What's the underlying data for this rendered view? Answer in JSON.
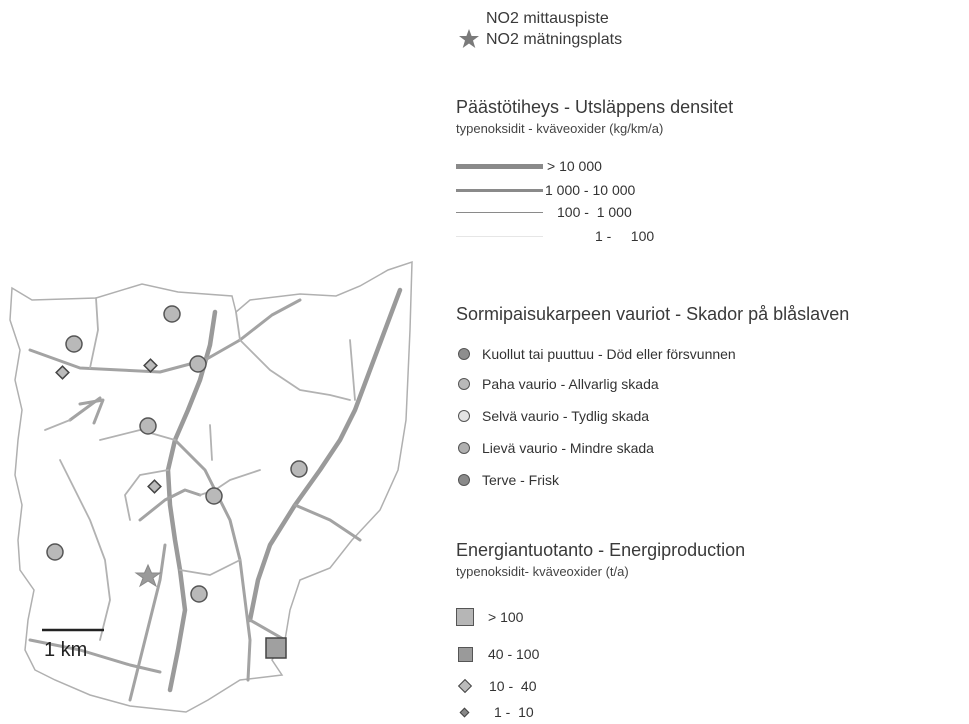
{
  "colors": {
    "map_outline": "#b0b0b0",
    "roads": "#9a9a9a",
    "site_fill": "#b9b9b9",
    "dead_fill": "#8e8e8e",
    "bad_fill": "#b9b9b9",
    "clear_fill": "#e4e4e4",
    "mild_fill": "#b0b0b0",
    "healthy_fill": "#8a8a8a"
  },
  "no2_legend": {
    "icon": "star-icon",
    "label_fi": "NO2 mittauspiste",
    "label_sv": "NO2 mätningsplats"
  },
  "emission_density": {
    "title": "Päästötiheys - Utsläppens densitet",
    "subtitle": "typenoksidit - kväveoxider (kg/km/a)",
    "classes": [
      {
        "label": "> 10 000"
      },
      {
        "label": "1 000 - 10 000"
      },
      {
        "label": "100 -  1 000"
      },
      {
        "label": "1 -     100"
      }
    ]
  },
  "lichen_damage": {
    "title": "Sormipaisukarpeen vauriot - Skador på blåslaven",
    "classes": [
      {
        "label": "Kuollut tai puuttuu - Död eller försvunnen"
      },
      {
        "label": "Paha vaurio - Allvarlig skada"
      },
      {
        "label": "Selvä vaurio - Tydlig skada"
      },
      {
        "label": "Lievä vaurio - Mindre skada"
      },
      {
        "label": "Terve - Frisk"
      }
    ]
  },
  "energy_production": {
    "title": "Energiantuotanto - Energiproduction",
    "subtitle": "typenoksidit- kväveoxider (t/a)",
    "classes": [
      {
        "label": "> 100"
      },
      {
        "label": "40 - 100"
      },
      {
        "label": "10 -  40"
      },
      {
        "label": "1 -  10"
      }
    ]
  },
  "scale_bar": {
    "label": "1 km"
  }
}
